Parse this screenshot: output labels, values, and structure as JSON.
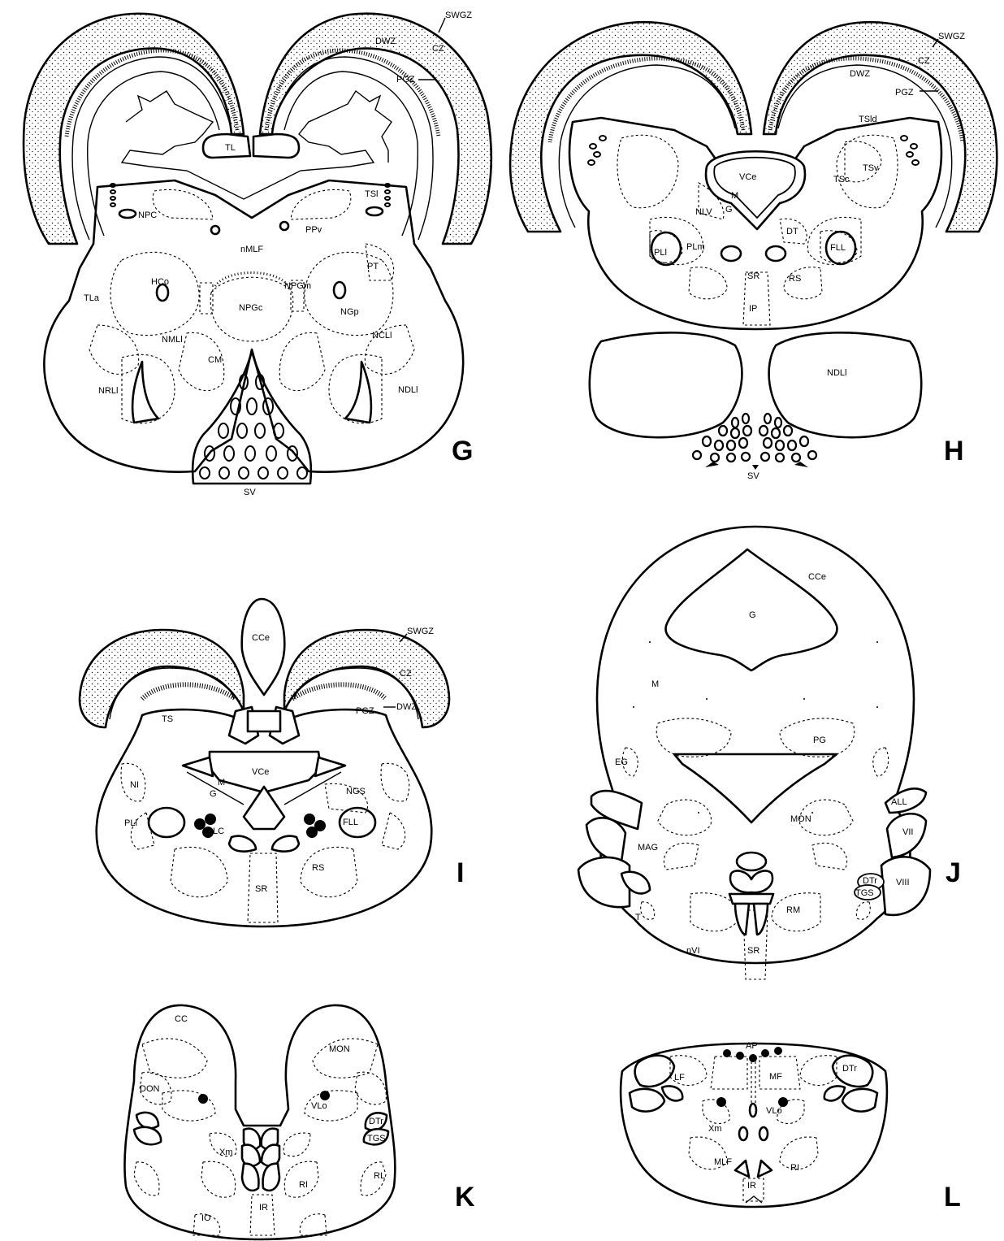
{
  "panels": [
    {
      "letter": "G",
      "labels": [
        "SWGZ",
        "DWZ",
        "CZ",
        "PGZ",
        "TL",
        "TSl",
        "NPC",
        "PPv",
        "nMLF",
        "PT",
        "HCo",
        "NPGm",
        "TLa",
        "NPGc",
        "NGp",
        "NMLl",
        "NCLl",
        "CM",
        "NDLl",
        "NRLl",
        "SV"
      ]
    },
    {
      "letter": "H",
      "labels": [
        "SWGZ",
        "CZ",
        "DWZ",
        "PGZ",
        "TSld",
        "VCe",
        "TSc",
        "TSv",
        "M",
        "NLV",
        "G",
        "DT",
        "PLl",
        "PLm",
        "FLL",
        "SR",
        "RS",
        "IP",
        "NDLl",
        "SV"
      ]
    },
    {
      "letter": "I",
      "labels": [
        "CCe",
        "SWGZ",
        "CZ",
        "TS",
        "PGZ",
        "DWZ",
        "VCe",
        "NI",
        "M",
        "G",
        "NGS",
        "PLl",
        "FLL",
        "LC",
        "RS",
        "SR"
      ]
    },
    {
      "letter": "J",
      "labels": [
        "CCe",
        "G",
        "M",
        "PG",
        "EG",
        "MON",
        "ALL",
        "MAG",
        "VII",
        "DTr",
        "VIII",
        "TGS",
        "RM",
        "T",
        "nVI",
        "SR"
      ]
    },
    {
      "letter": "K",
      "labels": [
        "CC",
        "MON",
        "DON",
        "VLo",
        "DTr",
        "TGS",
        "Xm",
        "RI",
        "RL",
        "IO",
        "IR"
      ]
    },
    {
      "letter": "L",
      "labels": [
        "AP",
        "DTr",
        "LF",
        "MF",
        "VLo",
        "Xm",
        "MLF",
        "RI",
        "IR"
      ]
    }
  ]
}
